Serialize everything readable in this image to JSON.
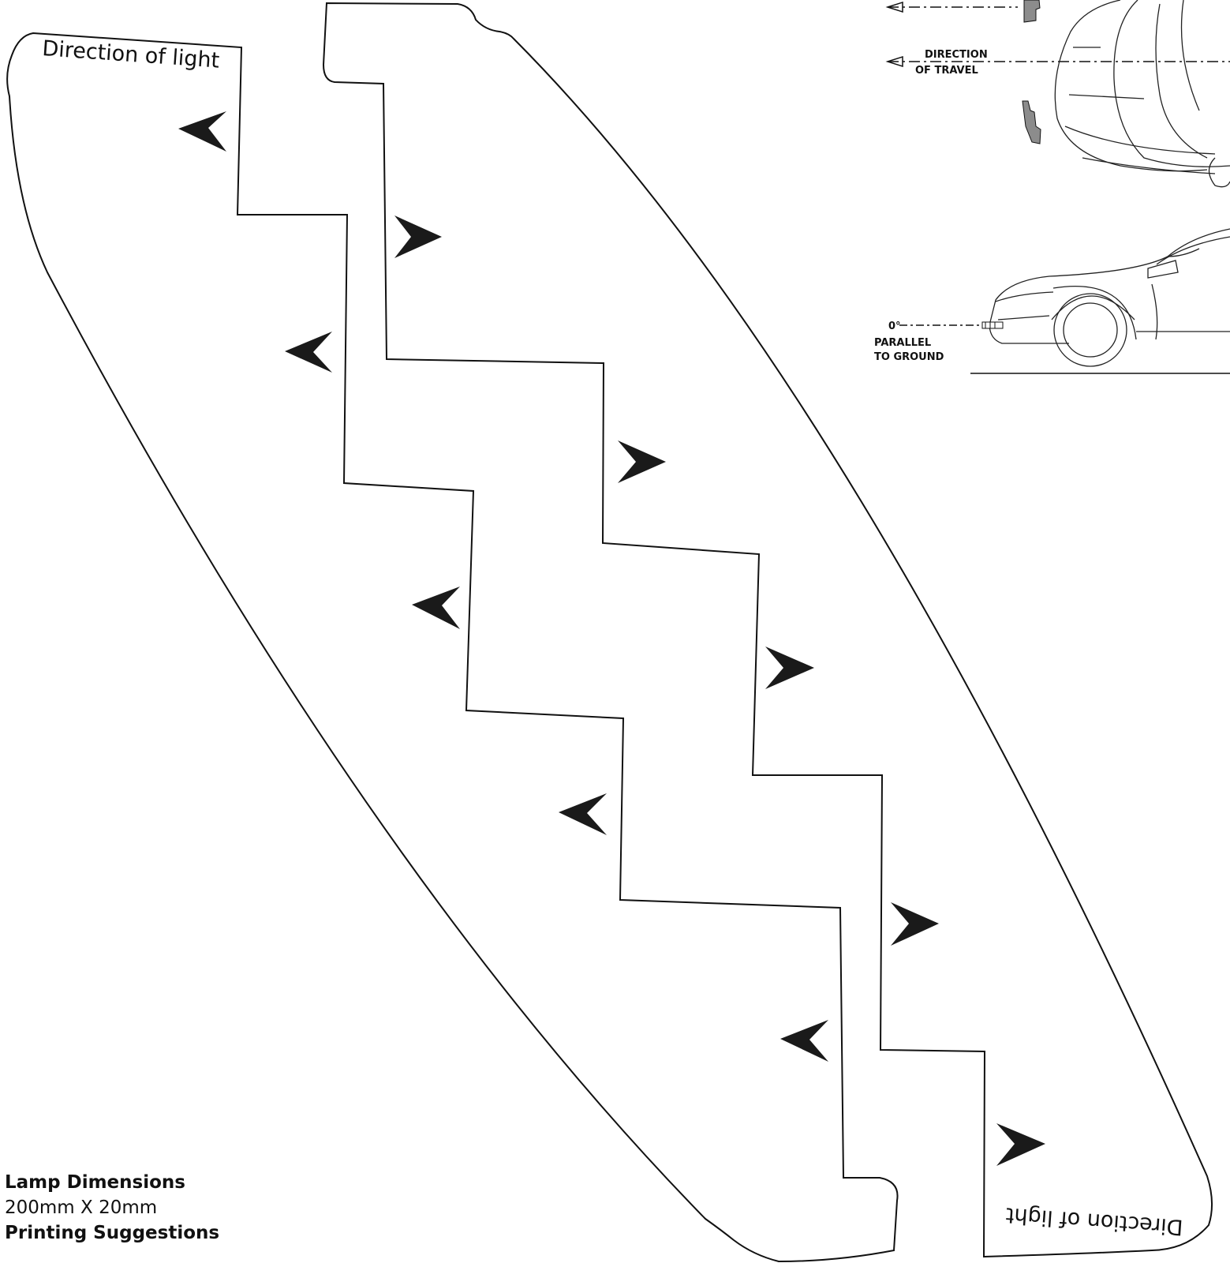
{
  "template": {
    "label_top": "Direction of light",
    "label_bottom": "Direction of light"
  },
  "car_diagram": {
    "travel_label_line1": "DIRECTION",
    "travel_label_line2": "OF TRAVEL",
    "angle_label": "0°",
    "ground_label_line1": "PARALLEL",
    "ground_label_line2": "TO GROUND"
  },
  "info": {
    "dimensions_heading": "Lamp Dimensions",
    "dimensions_value": "200mm X 20mm",
    "printing_heading": "Printing Suggestions"
  },
  "colors": {
    "outline": "#111111",
    "arrow": "#1a1a1a",
    "lamp_fill": "#8c8c8c"
  },
  "icons": [
    "left-arrow-icon",
    "right-arrow-icon"
  ]
}
